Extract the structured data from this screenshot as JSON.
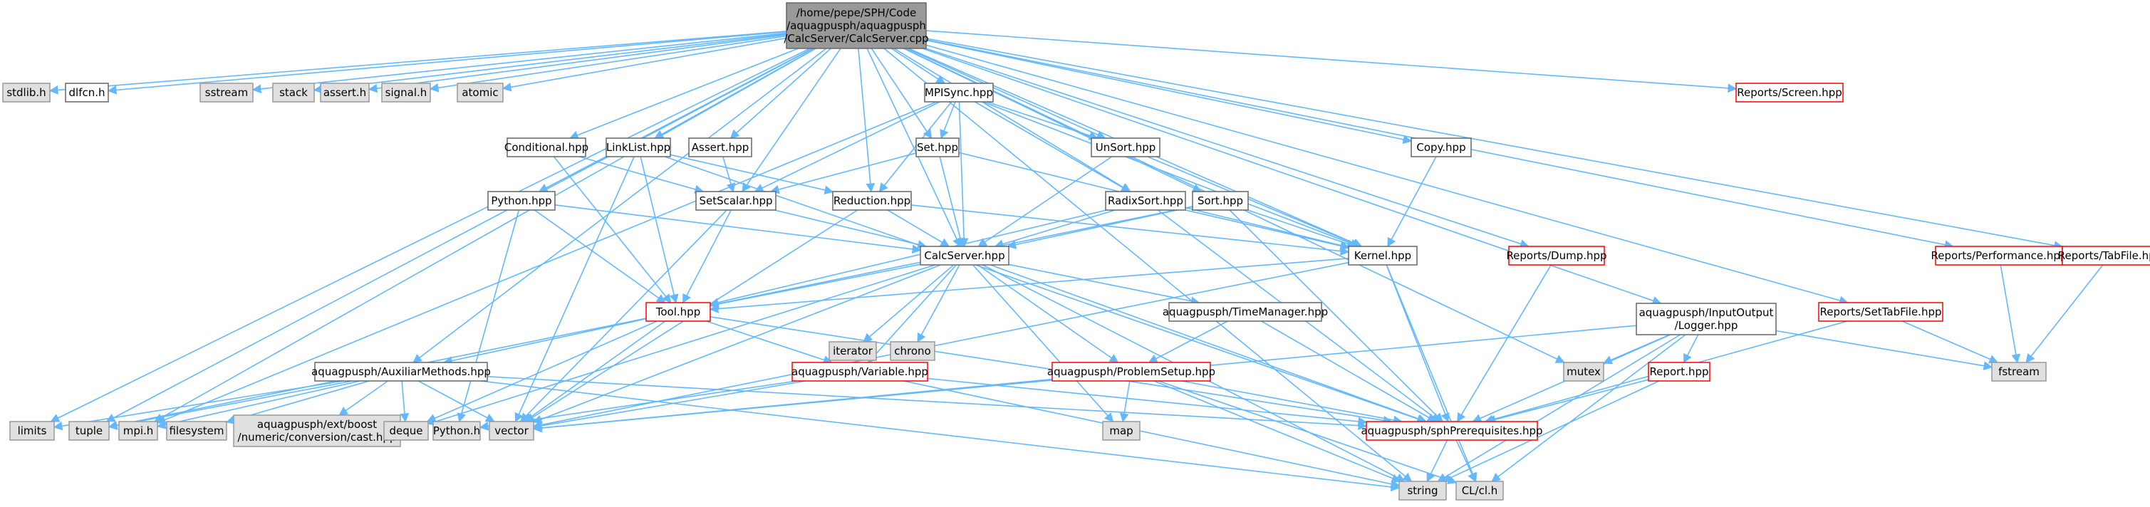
{
  "colors": {
    "root_fill": "#999999",
    "root_border": "#666666",
    "system_fill": "#e0e0e0",
    "system_border": "#999999",
    "file_fill": "#ffffff",
    "file_border": "#666666",
    "incomplete_border": "#ff0000",
    "edge": "#63b8ff"
  },
  "nodes": [
    {
      "id": "root",
      "kind": "root",
      "lines": [
        "/home/pepe/SPH/Code",
        "/aquagpusph/aquagpusph",
        "/CalcServer/CalcServer.cpp"
      ]
    },
    {
      "id": "stdlib",
      "kind": "system",
      "lines": [
        "stdlib.h"
      ]
    },
    {
      "id": "dlfcn",
      "kind": "file",
      "lines": [
        "dlfcn.h"
      ]
    },
    {
      "id": "sstream",
      "kind": "system",
      "lines": [
        "sstream"
      ]
    },
    {
      "id": "stack",
      "kind": "system",
      "lines": [
        "stack"
      ]
    },
    {
      "id": "assert",
      "kind": "system",
      "lines": [
        "assert.h"
      ]
    },
    {
      "id": "signal",
      "kind": "system",
      "lines": [
        "signal.h"
      ]
    },
    {
      "id": "atomic",
      "kind": "system",
      "lines": [
        "atomic"
      ]
    },
    {
      "id": "mpisync",
      "kind": "file",
      "lines": [
        "MPISync.hpp"
      ]
    },
    {
      "id": "reportsscreen",
      "kind": "incomplete",
      "lines": [
        "Reports/Screen.hpp"
      ]
    },
    {
      "id": "conditional",
      "kind": "file",
      "lines": [
        "Conditional.hpp"
      ]
    },
    {
      "id": "linklist",
      "kind": "file",
      "lines": [
        "LinkList.hpp"
      ]
    },
    {
      "id": "asserthpp",
      "kind": "file",
      "lines": [
        "Assert.hpp"
      ]
    },
    {
      "id": "set",
      "kind": "file",
      "lines": [
        "Set.hpp"
      ]
    },
    {
      "id": "unsort",
      "kind": "file",
      "lines": [
        "UnSort.hpp"
      ]
    },
    {
      "id": "copy",
      "kind": "file",
      "lines": [
        "Copy.hpp"
      ]
    },
    {
      "id": "python",
      "kind": "file",
      "lines": [
        "Python.hpp"
      ]
    },
    {
      "id": "setscalar",
      "kind": "file",
      "lines": [
        "SetScalar.hpp"
      ]
    },
    {
      "id": "reduction",
      "kind": "file",
      "lines": [
        "Reduction.hpp"
      ]
    },
    {
      "id": "radixsort",
      "kind": "file",
      "lines": [
        "RadixSort.hpp"
      ]
    },
    {
      "id": "sort",
      "kind": "file",
      "lines": [
        "Sort.hpp"
      ]
    },
    {
      "id": "calcserver",
      "kind": "file",
      "lines": [
        "CalcServer.hpp"
      ]
    },
    {
      "id": "kernel",
      "kind": "file",
      "lines": [
        "Kernel.hpp"
      ]
    },
    {
      "id": "reportsdump",
      "kind": "incomplete",
      "lines": [
        "Reports/Dump.hpp"
      ]
    },
    {
      "id": "reportsperf",
      "kind": "incomplete",
      "lines": [
        "Reports/Performance.hpp"
      ]
    },
    {
      "id": "reportstab",
      "kind": "incomplete",
      "lines": [
        "Reports/TabFile.hpp"
      ]
    },
    {
      "id": "tool",
      "kind": "incomplete",
      "lines": [
        "Tool.hpp"
      ]
    },
    {
      "id": "iterator",
      "kind": "system",
      "lines": [
        "iterator"
      ]
    },
    {
      "id": "chrono",
      "kind": "system",
      "lines": [
        "chrono"
      ]
    },
    {
      "id": "timemanager",
      "kind": "file",
      "lines": [
        "aquagpusph/TimeManager.hpp"
      ]
    },
    {
      "id": "logger",
      "kind": "file",
      "lines": [
        "aquagpusph/InputOutput",
        "/Logger.hpp"
      ]
    },
    {
      "id": "reportssettab",
      "kind": "incomplete",
      "lines": [
        "Reports/SetTabFile.hpp"
      ]
    },
    {
      "id": "auxiliar",
      "kind": "file",
      "lines": [
        "aquagpusph/AuxiliarMethods.hpp"
      ]
    },
    {
      "id": "variable",
      "kind": "incomplete",
      "lines": [
        "aquagpusph/Variable.hpp"
      ]
    },
    {
      "id": "problemsetup",
      "kind": "incomplete",
      "lines": [
        "aquagpusph/ProblemSetup.hpp"
      ]
    },
    {
      "id": "mutex",
      "kind": "system",
      "lines": [
        "mutex"
      ]
    },
    {
      "id": "report",
      "kind": "incomplete",
      "lines": [
        "Report.hpp"
      ]
    },
    {
      "id": "fstream",
      "kind": "system",
      "lines": [
        "fstream"
      ]
    },
    {
      "id": "limits",
      "kind": "system",
      "lines": [
        "limits"
      ]
    },
    {
      "id": "tuple",
      "kind": "system",
      "lines": [
        "tuple"
      ]
    },
    {
      "id": "mpih",
      "kind": "system",
      "lines": [
        "mpi.h"
      ]
    },
    {
      "id": "filesystem",
      "kind": "system",
      "lines": [
        "filesystem"
      ]
    },
    {
      "id": "boostcast",
      "kind": "system",
      "lines": [
        "aquagpusph/ext/boost",
        "/numeric/conversion/cast.hpp"
      ]
    },
    {
      "id": "deque",
      "kind": "system",
      "lines": [
        "deque"
      ]
    },
    {
      "id": "pythonh",
      "kind": "system",
      "lines": [
        "Python.h"
      ]
    },
    {
      "id": "vector",
      "kind": "system",
      "lines": [
        "vector"
      ]
    },
    {
      "id": "map",
      "kind": "system",
      "lines": [
        "map"
      ]
    },
    {
      "id": "sphprereq",
      "kind": "incomplete",
      "lines": [
        "aquagpusph/sphPrerequisites.hpp"
      ]
    },
    {
      "id": "string",
      "kind": "system",
      "lines": [
        "string"
      ]
    },
    {
      "id": "clh",
      "kind": "system",
      "lines": [
        "CL/cl.h"
      ]
    }
  ],
  "edges": [
    [
      "root",
      "stdlib"
    ],
    [
      "root",
      "dlfcn"
    ],
    [
      "root",
      "sstream"
    ],
    [
      "root",
      "stack"
    ],
    [
      "root",
      "assert"
    ],
    [
      "root",
      "signal"
    ],
    [
      "root",
      "atomic"
    ],
    [
      "root",
      "mpisync"
    ],
    [
      "root",
      "reportsscreen"
    ],
    [
      "root",
      "conditional"
    ],
    [
      "root",
      "linklist"
    ],
    [
      "root",
      "asserthpp"
    ],
    [
      "root",
      "set"
    ],
    [
      "root",
      "unsort"
    ],
    [
      "root",
      "copy"
    ],
    [
      "root",
      "setscalar"
    ],
    [
      "root",
      "reduction"
    ],
    [
      "root",
      "radixsort"
    ],
    [
      "root",
      "sort"
    ],
    [
      "root",
      "calcserver"
    ],
    [
      "root",
      "kernel"
    ],
    [
      "root",
      "reportsdump"
    ],
    [
      "root",
      "reportsperf"
    ],
    [
      "root",
      "reportstab"
    ],
    [
      "root",
      "reportssettab"
    ],
    [
      "root",
      "logger"
    ],
    [
      "root",
      "auxiliar"
    ],
    [
      "root",
      "limits"
    ],
    [
      "root",
      "tuple"
    ],
    [
      "root",
      "mpih"
    ],
    [
      "root",
      "mutex"
    ],
    [
      "root",
      "string"
    ],
    [
      "root",
      "python"
    ],
    [
      "mpisync",
      "set"
    ],
    [
      "mpisync",
      "unsort"
    ],
    [
      "mpisync",
      "setscalar"
    ],
    [
      "mpisync",
      "reduction"
    ],
    [
      "mpisync",
      "radixsort"
    ],
    [
      "mpisync",
      "calcserver"
    ],
    [
      "mpisync",
      "kernel"
    ],
    [
      "mpisync",
      "mpih"
    ],
    [
      "conditional",
      "setscalar"
    ],
    [
      "conditional",
      "tool"
    ],
    [
      "linklist",
      "reduction"
    ],
    [
      "linklist",
      "tool"
    ],
    [
      "linklist",
      "vector"
    ],
    [
      "linklist",
      "sphprereq"
    ],
    [
      "asserthpp",
      "setscalar"
    ],
    [
      "set",
      "setscalar"
    ],
    [
      "set",
      "calcserver"
    ],
    [
      "set",
      "kernel"
    ],
    [
      "unsort",
      "calcserver"
    ],
    [
      "unsort",
      "kernel"
    ],
    [
      "copy",
      "kernel"
    ],
    [
      "python",
      "calcserver"
    ],
    [
      "python",
      "tool"
    ],
    [
      "python",
      "pythonh"
    ],
    [
      "setscalar",
      "calcserver"
    ],
    [
      "setscalar",
      "tool"
    ],
    [
      "setscalar",
      "vector"
    ],
    [
      "reduction",
      "calcserver"
    ],
    [
      "reduction",
      "kernel"
    ],
    [
      "reduction",
      "vector"
    ],
    [
      "radixsort",
      "calcserver"
    ],
    [
      "radixsort",
      "kernel"
    ],
    [
      "radixsort",
      "tool"
    ],
    [
      "radixsort",
      "sphprereq"
    ],
    [
      "sort",
      "calcserver"
    ],
    [
      "sort",
      "kernel"
    ],
    [
      "sort",
      "tool"
    ],
    [
      "sort",
      "sphprereq"
    ],
    [
      "calcserver",
      "tool"
    ],
    [
      "calcserver",
      "iterator"
    ],
    [
      "calcserver",
      "chrono"
    ],
    [
      "calcserver",
      "timemanager"
    ],
    [
      "calcserver",
      "variable"
    ],
    [
      "calcserver",
      "problemsetup"
    ],
    [
      "calcserver",
      "sphprereq"
    ],
    [
      "calcserver",
      "deque"
    ],
    [
      "calcserver",
      "vector"
    ],
    [
      "calcserver",
      "map"
    ],
    [
      "calcserver",
      "string"
    ],
    [
      "kernel",
      "tool"
    ],
    [
      "kernel",
      "sphprereq"
    ],
    [
      "kernel",
      "clh"
    ],
    [
      "kernel",
      "vector"
    ],
    [
      "reportsdump",
      "sphprereq"
    ],
    [
      "reportsperf",
      "fstream"
    ],
    [
      "reportstab",
      "fstream"
    ],
    [
      "reportssettab",
      "fstream"
    ],
    [
      "reportssettab",
      "sphprereq"
    ],
    [
      "tool",
      "auxiliar"
    ],
    [
      "tool",
      "variable"
    ],
    [
      "tool",
      "sphprereq"
    ],
    [
      "tool",
      "deque"
    ],
    [
      "tool",
      "vector"
    ],
    [
      "tool",
      "tuple"
    ],
    [
      "timemanager",
      "problemsetup"
    ],
    [
      "timemanager",
      "sphprereq"
    ],
    [
      "logger",
      "mutex"
    ],
    [
      "logger",
      "report"
    ],
    [
      "logger",
      "fstream"
    ],
    [
      "logger",
      "sphprereq"
    ],
    [
      "logger",
      "vector"
    ],
    [
      "logger",
      "string"
    ],
    [
      "logger",
      "clh"
    ],
    [
      "auxiliar",
      "limits"
    ],
    [
      "auxiliar",
      "tuple"
    ],
    [
      "auxiliar",
      "mpih"
    ],
    [
      "auxiliar",
      "filesystem"
    ],
    [
      "auxiliar",
      "boostcast"
    ],
    [
      "auxiliar",
      "deque"
    ],
    [
      "auxiliar",
      "vector"
    ],
    [
      "auxiliar",
      "sphprereq"
    ],
    [
      "auxiliar",
      "string"
    ],
    [
      "variable",
      "pythonh"
    ],
    [
      "variable",
      "vector"
    ],
    [
      "variable",
      "sphprereq"
    ],
    [
      "variable",
      "string"
    ],
    [
      "problemsetup",
      "map"
    ],
    [
      "problemsetup",
      "sphprereq"
    ],
    [
      "problemsetup",
      "vector"
    ],
    [
      "problemsetup",
      "string"
    ],
    [
      "problemsetup",
      "clh"
    ],
    [
      "report",
      "sphprereq"
    ],
    [
      "report",
      "string"
    ],
    [
      "sphprereq",
      "string"
    ],
    [
      "sphprereq",
      "clh"
    ]
  ]
}
